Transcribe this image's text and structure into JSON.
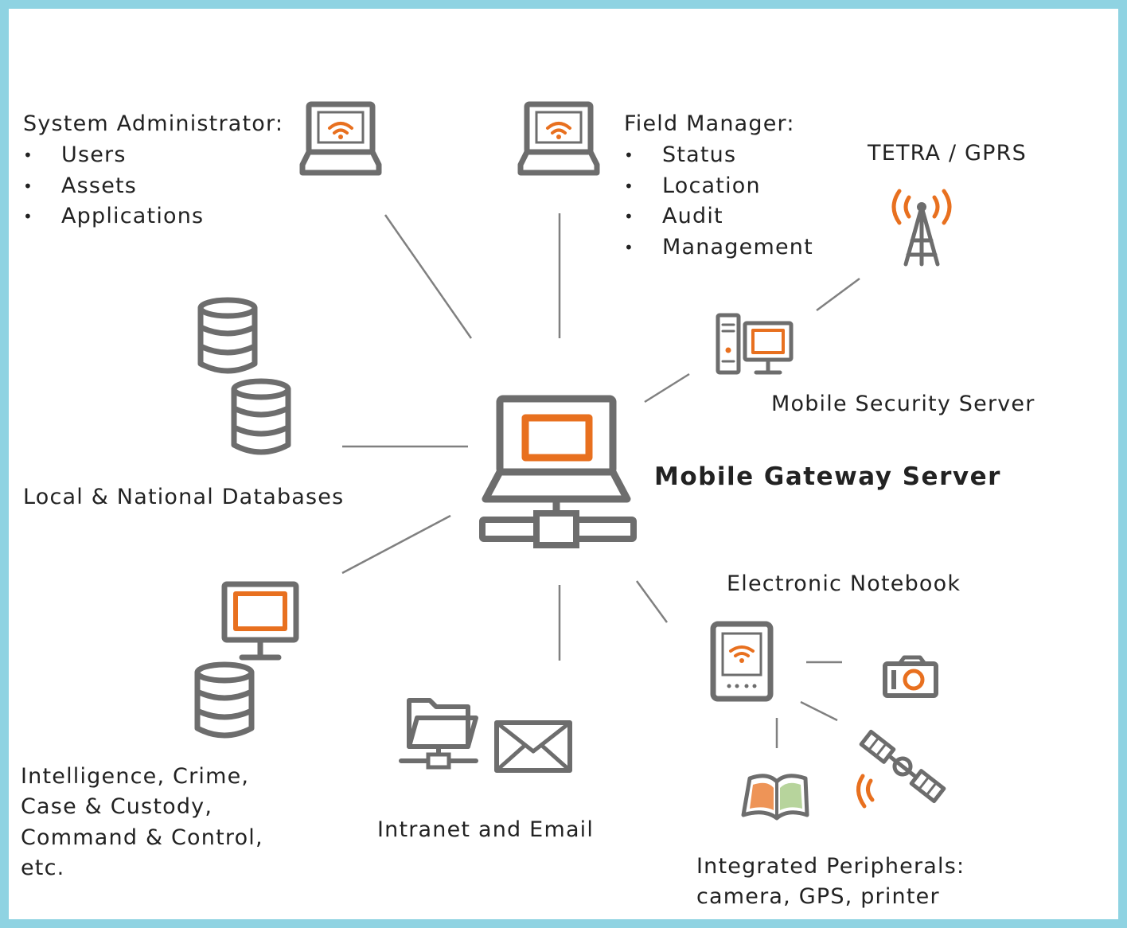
{
  "colors": {
    "frame": "#8fd3e2",
    "accent": "#e8701f",
    "icon": "#6d6d6d",
    "text": "#222222"
  },
  "center": {
    "label": "Mobile Gateway Server",
    "icon": "laptop-network-server-icon"
  },
  "sysadmin": {
    "title": "System Administrator:",
    "items": [
      "Users",
      "Assets",
      "Applications"
    ],
    "icon": "laptop-wifi-icon"
  },
  "field_manager": {
    "title": "Field Manager:",
    "items": [
      "Status",
      "Location",
      "Audit",
      "Management"
    ],
    "icon": "laptop-wifi-icon"
  },
  "tetra": {
    "label": "TETRA / GPRS",
    "icon": "radio-mast-icon"
  },
  "security_server": {
    "label": "Mobile Security Server",
    "icon": "desktop-tower-icon"
  },
  "databases": {
    "label": "Local & National Databases",
    "icon": "database-icon"
  },
  "intelligence": {
    "lines": [
      "Intelligence, Crime,",
      "Case & Custody,",
      "Command & Control,",
      "etc."
    ],
    "icon": "monitor-database-icon"
  },
  "intranet": {
    "label": "Intranet and Email",
    "icons": [
      "network-folder-icon",
      "envelope-icon"
    ]
  },
  "notebook": {
    "label": "Electronic Notebook",
    "icon": "pda-wifi-icon"
  },
  "peripherals": {
    "lines": [
      "Integrated Peripherals:",
      "camera, GPS, printer"
    ],
    "icons": [
      "camera-icon",
      "satellite-icon",
      "book-icon"
    ]
  }
}
